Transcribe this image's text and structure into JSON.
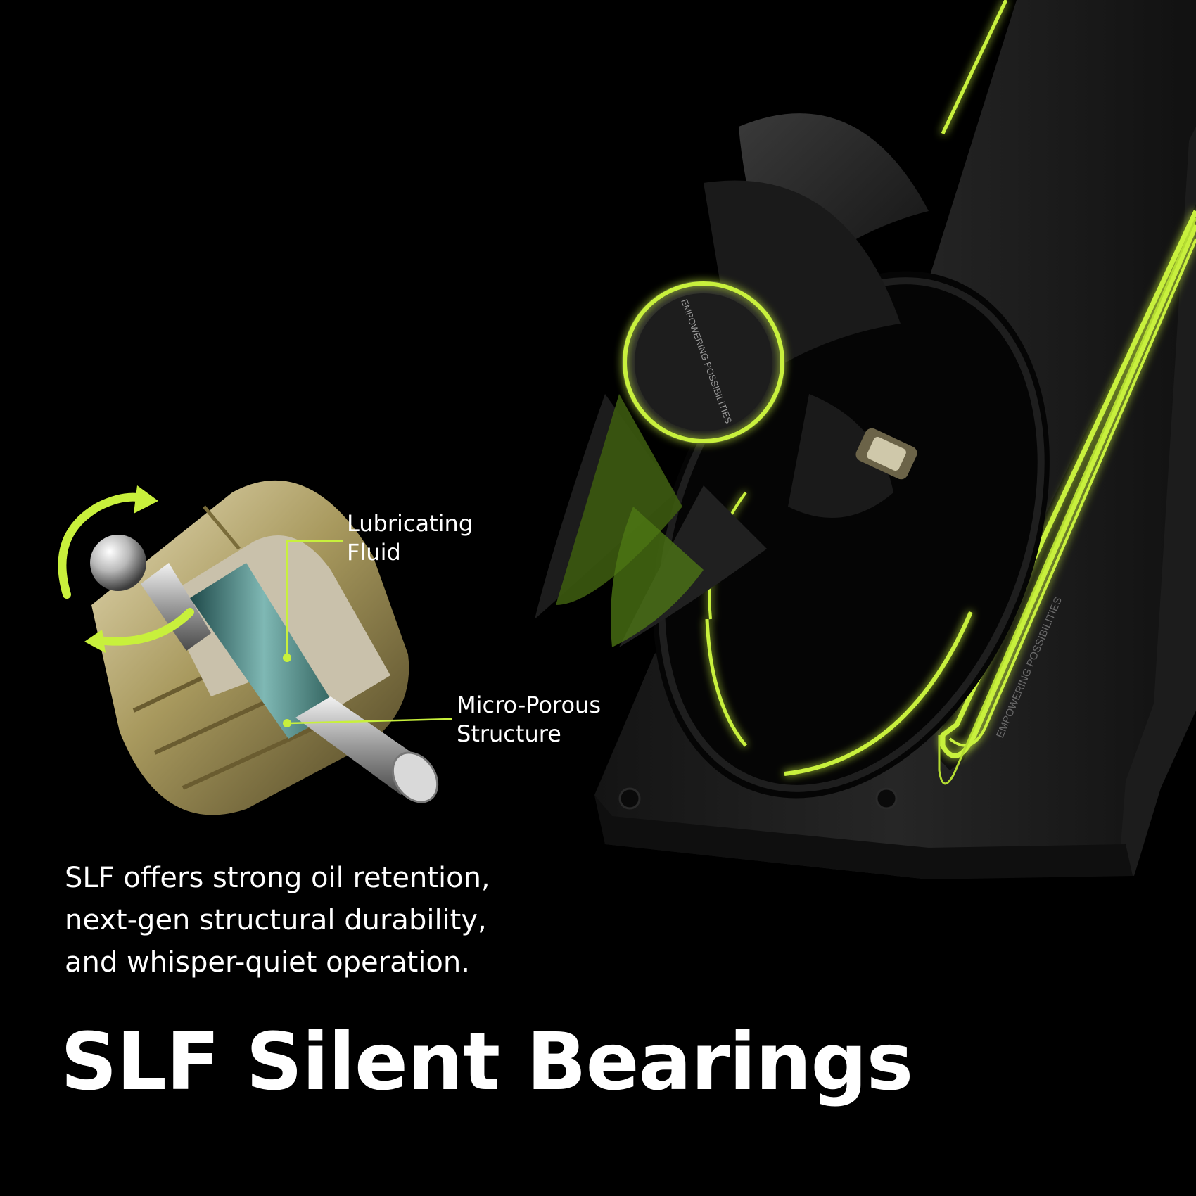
{
  "headline": "SLF Silent Bearings",
  "description": {
    "lines": [
      "SLF offers strong oil retention,",
      "next-gen structural durability,",
      "and whisper-quiet operation."
    ]
  },
  "callouts": {
    "lubricating": {
      "lines": [
        "Lubricating",
        "Fluid"
      ]
    },
    "micro_porous": {
      "lines": [
        "Micro-Porous",
        "Structure"
      ]
    }
  },
  "fan": {
    "hub_text": "EMPOWERING POSSIBILITIES",
    "frame_text": "EMPOWERING POSSIBILITIES"
  },
  "colors": {
    "background": "#000000",
    "accent": "#c8f03c",
    "text": "#ffffff"
  },
  "icons": {
    "rotation": "rotation-arrows-icon"
  }
}
